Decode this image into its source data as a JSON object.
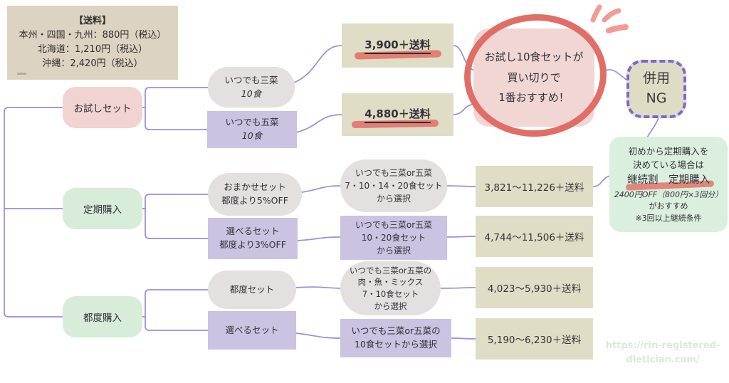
{
  "colors": {
    "connector_purple": "#9b8ce0",
    "marker_red": "#e2736b",
    "circle_red": "#e06e66",
    "accent_pink": "#f29b94",
    "node_pink": "#f1d3d2",
    "node_green": "#d7edda",
    "node_gray": "#e3e0df",
    "node_purple": "#ccc2e2",
    "node_beige": "#dfddc5",
    "ng_border_purple": "#7a68cf",
    "info_green": "#daefdd",
    "shipping_tan": "#ddd3c2",
    "watermark_green": "#d9ead7"
  },
  "shipping": {
    "title": "【送料】",
    "lines": [
      "本州・四国・九州：880円（税込）",
      "北海道：1,210円（税込）",
      "沖縄：2,420円（税込）"
    ]
  },
  "tier1": {
    "otameshi": "お試しセット",
    "teiki": "定期購入",
    "tsudo": "都度購入"
  },
  "tier2": {
    "sansai10_l1": "いつでも三菜",
    "sansai10_l2": "10食",
    "gosai10_l1": "いつでも五菜",
    "gosai10_l2": "10食",
    "omakase_l1": "おまかせセット",
    "omakase_l2": "都度より5%OFF",
    "eraberu_teiki_l1": "選べるセット",
    "eraberu_teiki_l2": "都度より3%OFF",
    "tsudo_set": "都度セット",
    "eraberu_tsudo": "選べるセット"
  },
  "tier3": {
    "teiki_omakase_choice": [
      "いつでも三菜or五菜",
      "7・10・14・20食セット",
      "から選択"
    ],
    "teiki_eraberu_choice": [
      "いつでも三菜or五菜",
      "10・20食セット",
      "から選択"
    ],
    "tsudo_set_choice": [
      "いつでも三菜or五菜の",
      "肉・魚・ミックス",
      "7・10食セット",
      "から選択"
    ],
    "tsudo_eraberu_choice": [
      "いつでも三菜or五菜の",
      "10食セットから選択"
    ]
  },
  "prices": {
    "otameshi_sansai": "3,900＋送料",
    "otameshi_gosai": "4,880＋送料",
    "teiki_omakase": "3,821〜11,226＋送料",
    "teiki_eraberu": "4,744〜11,506＋送料",
    "tsudo_set": "4,023〜5,930＋送料",
    "tsudo_eraberu": "5,190〜6,230＋送料"
  },
  "callouts": {
    "recommend": [
      "お試し10食セットが",
      "買い切りで",
      "1番おすすめ！"
    ],
    "heiyo_ng": [
      "併用",
      "NG"
    ],
    "teiki_info_l1": "初めから定期購入を",
    "teiki_info_l2": "決めている場合は",
    "teiki_info_l3": "継続割　定期購入",
    "teiki_info_l4": "2400円OFF（800円×3回分）",
    "teiki_info_l5": "がおすすめ",
    "teiki_info_l6": "※3回以上継続条件"
  },
  "watermark": [
    "https://rin-registered-",
    "dietician.com/"
  ]
}
